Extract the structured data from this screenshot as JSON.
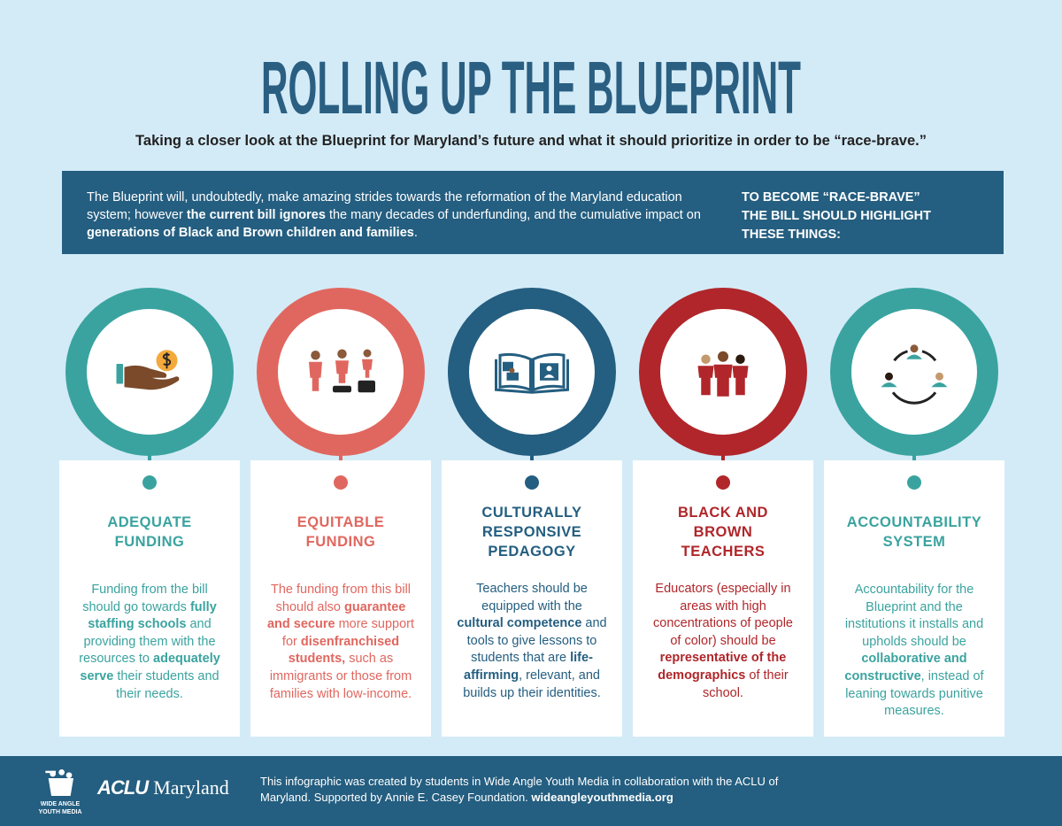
{
  "title": "ROLLING UP THE BLUEPRINT",
  "subtitle": [
    {
      "t": "Taking a closer look at the Blueprint for Maryland’s future and what it should prioritize in order to be "
    },
    {
      "t": "“race-brave.”",
      "b": true
    }
  ],
  "intro": {
    "text": [
      {
        "t": "The Blueprint will, undoubtedly, make amazing strides towards the reformation of the Maryland education system; however "
      },
      {
        "t": "the current bill ignores",
        "b": true
      },
      {
        "t": " the many decades of underfunding, and the cumulative impact on "
      },
      {
        "t": "generations of Black and Brown children and families",
        "b": true
      },
      {
        "t": "."
      }
    ],
    "cta": "TO BECOME “RACE-BRAVE”\nTHE BILL SHOULD HIGHLIGHT\nTHESE THINGS:"
  },
  "colors": {
    "teal": "#3aa39f",
    "coral": "#e0675f",
    "navy": "#245e80",
    "red": "#b0262a"
  },
  "cards": [
    {
      "icon": "hand-coin-icon",
      "color": "#3aa39f",
      "title": [
        "ADEQUATE",
        "FUNDING"
      ],
      "body": [
        {
          "t": "Funding from the bill should go towards "
        },
        {
          "t": "fully staffing schools",
          "b": true
        },
        {
          "t": " and providing them with the resources to "
        },
        {
          "t": "adequately serve",
          "b": true
        },
        {
          "t": " their students and their needs."
        }
      ]
    },
    {
      "icon": "equity-people-icon",
      "color": "#e0675f",
      "title": [
        "EQUITABLE",
        "FUNDING"
      ],
      "body": [
        {
          "t": "The funding from this bill should also "
        },
        {
          "t": "guarantee and secure",
          "b": true
        },
        {
          "t": " more support for "
        },
        {
          "t": "disenfranchised students,",
          "b": true
        },
        {
          "t": " such as immigrants or those from families with low-income."
        }
      ]
    },
    {
      "icon": "open-book-icon",
      "color": "#245e80",
      "title": [
        "CULTURALLY",
        "RESPONSIVE",
        "PEDAGOGY"
      ],
      "body": [
        {
          "t": "Teachers should be equipped with the "
        },
        {
          "t": "cultural competence",
          "b": true
        },
        {
          "t": " and tools to give lessons to students that are "
        },
        {
          "t": "life-affirming",
          "b": true
        },
        {
          "t": ", relevant, and builds up their identities."
        }
      ]
    },
    {
      "icon": "teachers-group-icon",
      "color": "#b0262a",
      "title": [
        "BLACK AND",
        "BROWN",
        "TEACHERS"
      ],
      "body": [
        {
          "t": "Educators (especially in areas with high concentrations of people of color) should be "
        },
        {
          "t": "representative of the demographics",
          "b": true
        },
        {
          "t": " of their school."
        }
      ]
    },
    {
      "icon": "accountability-cycle-icon",
      "color": "#3aa39f",
      "title": [
        "ACCOUNTABILITY",
        "SYSTEM"
      ],
      "body": [
        {
          "t": "Accountability for the Blueprint and the institutions it installs and upholds should be "
        },
        {
          "t": "collaborative and constructive",
          "b": true
        },
        {
          "t": ", instead of leaning towards punitive measures."
        }
      ]
    }
  ],
  "footer": {
    "logo_waym": "WIDE ANGLE YOUTH MEDIA",
    "logo_aclu_a": "ACLU",
    "logo_aclu_b": "Maryland",
    "text": [
      {
        "t": "This infographic was created by students in Wide Angle Youth Media in collaboration with the ACLU of Maryland. Supported by Annie E. Casey Foundation. "
      },
      {
        "t": "wideangleyouthmedia.org",
        "b": true
      }
    ]
  }
}
